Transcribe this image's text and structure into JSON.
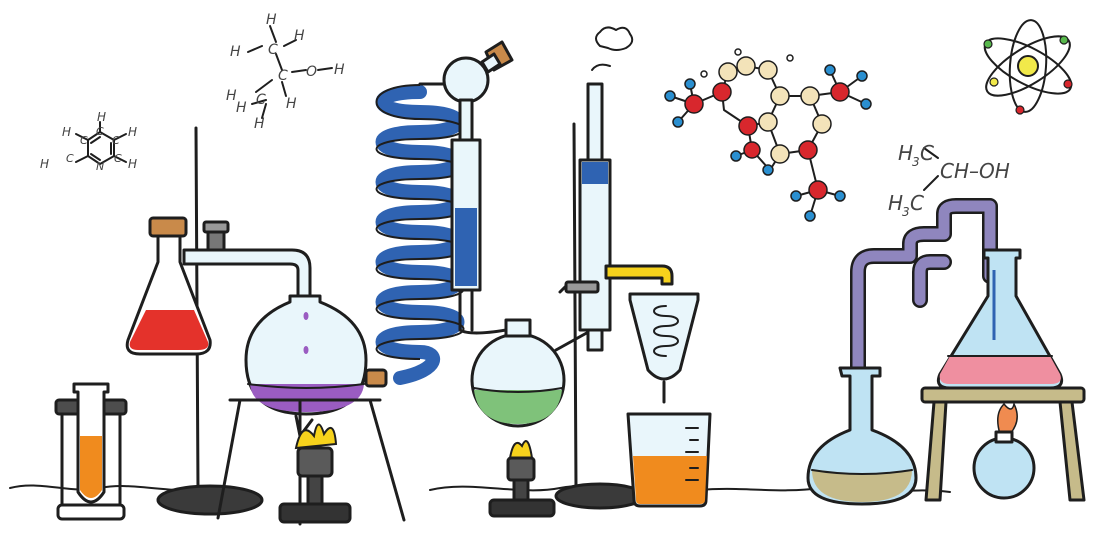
{
  "scene": {
    "description_free": true,
    "formulas": {
      "pyridine": {
        "atoms": [
          "H",
          "C",
          "H",
          "H",
          "C",
          "C",
          "H",
          "H",
          "C",
          "N",
          "C",
          "H"
        ]
      },
      "ethanol_struct": {
        "atoms": [
          "H",
          "C",
          "H",
          "H",
          "C",
          "O",
          "H",
          "H",
          "C",
          "H",
          "H",
          "H"
        ]
      },
      "isopropanol": {
        "line1_h": "H",
        "line1_sub": "3",
        "line1_c": "C",
        "line1_rest": "CH–OH",
        "line2_h": "H",
        "line2_sub": "3",
        "line2_c": "C"
      }
    },
    "colors": {
      "outline": "#1e1e1e",
      "flask_red": "#e4322b",
      "coil_blue": "#2f63b2",
      "liquid_purple": "#9a5cc1",
      "liquid_green": "#7fc27a",
      "liquid_orange": "#f08b1e",
      "liquid_pink": "#ef8fa0",
      "liquid_olive": "#c6bb8a",
      "glass_blue": "#bfe3f3",
      "tube_purple": "#8f86be",
      "flame_yellow": "#f6d21c",
      "atom_red": "#d8272d",
      "atom_cream": "#f3e3b9",
      "atom_blue": "#2a8fd0",
      "nucleus_yellow": "#f1e94a"
    },
    "icons": [
      "pyridine-structure-icon",
      "ethanol-structure-icon",
      "isopropanol-formula-icon",
      "atom-icon",
      "molecule-icon",
      "smoke-icon"
    ]
  }
}
